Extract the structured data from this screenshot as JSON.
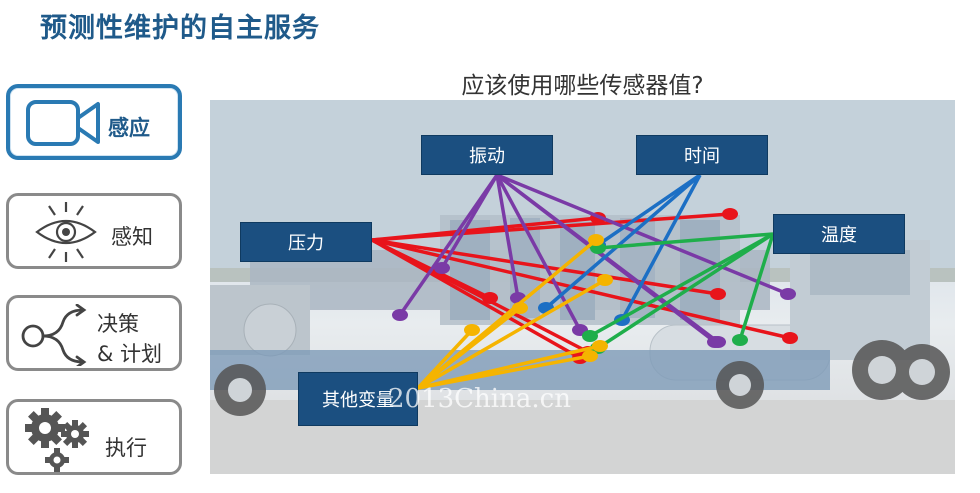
{
  "title": "预测性维护的自主服务",
  "sidebar": {
    "items": [
      {
        "label": "感应",
        "icon": "camera-icon",
        "active": true
      },
      {
        "label": "感知",
        "icon": "eye-icon",
        "active": false
      },
      {
        "label": "决策\n& 计划",
        "line1": "决策",
        "line2": "& 计划",
        "icon": "branch-icon",
        "active": false
      },
      {
        "label": "执行",
        "icon": "gears-icon",
        "active": false
      }
    ]
  },
  "diagram": {
    "title": "应该使用哪些传感器值?",
    "nodes": {
      "vibration": "振动",
      "time": "时间",
      "pressure": "压力",
      "temperature": "温度",
      "other": "其他变量"
    },
    "colors": {
      "pressure": "#e8141b",
      "vibration": "#7a3aa6",
      "time": "#1c6fc4",
      "temperature": "#1fae4b",
      "other": "#f5b400",
      "node_bg": "#1b4f80",
      "accent": "#2a7ab3"
    }
  },
  "watermark": "2013China.cn"
}
